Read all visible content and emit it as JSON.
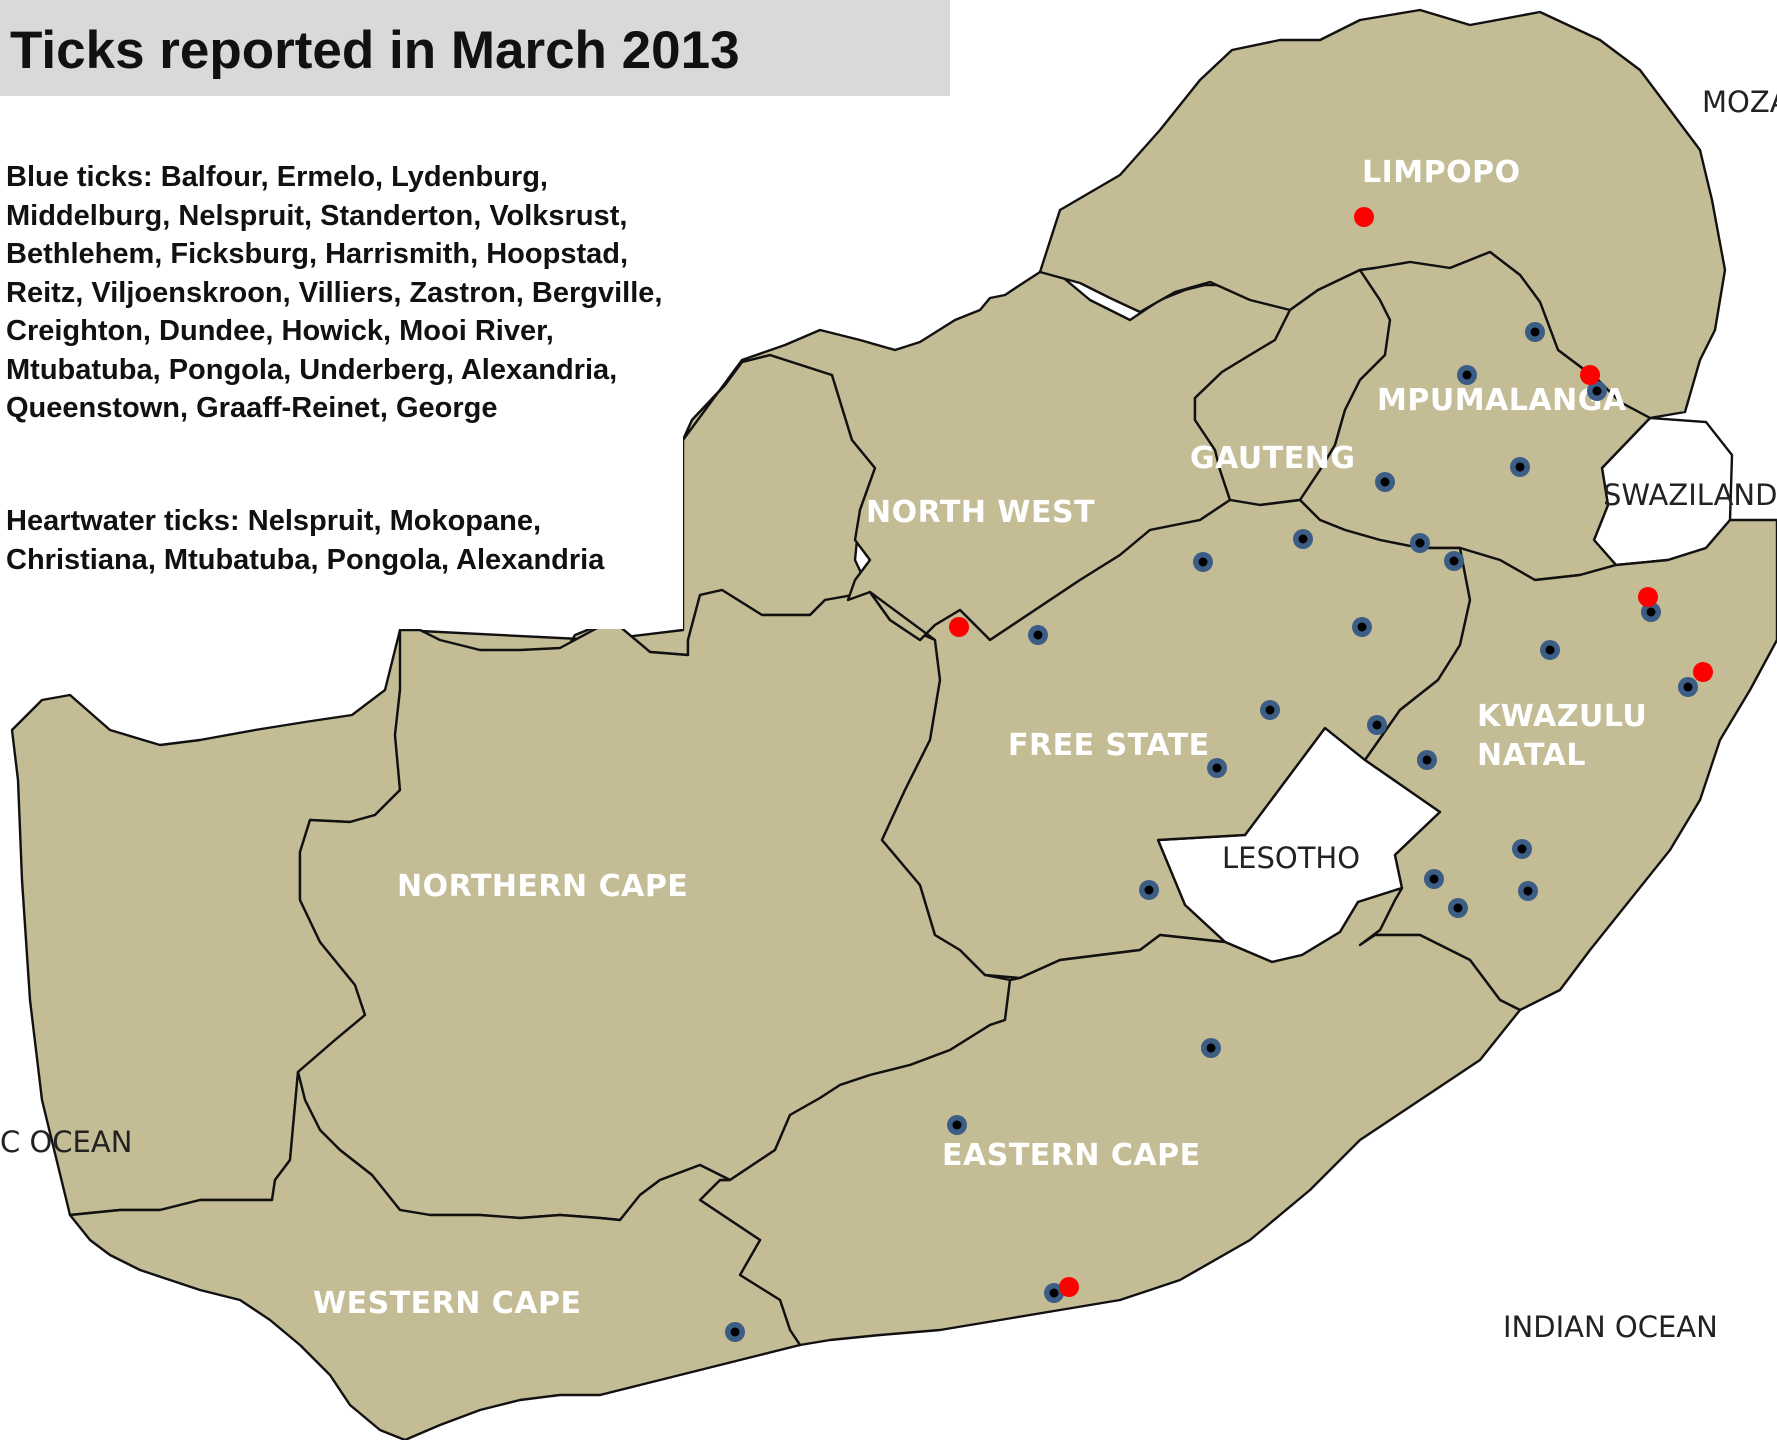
{
  "title": "Ticks reported in March 2013",
  "legend": {
    "blue_ticks": "Blue ticks: Balfour, Ermelo, Lydenburg, Middelburg, Nelspruit, Standerton, Volksrust, Bethlehem, Ficksburg, Harrismith, Hoopstad, Reitz, Viljoenskroon, Villiers, Zastron,  Bergville, Creighton, Dundee, Howick, Mooi River, Mtubatuba, Pongola, Underberg, Alexandria, Queenstown, Graaff-Reinet, George",
    "heartwater_ticks": "Heartwater ticks: Nelspruit, Mokopane, Christiana, Mtubatuba, Pongola, Alexandria"
  },
  "provinces": {
    "limpopo": "LIMPOPO",
    "mpumalanga": "MPUMALANGA",
    "gauteng": "GAUTENG",
    "north_west": "NORTH WEST",
    "free_state": "FREE STATE",
    "kwazulu_natal_line1": "KWAZULU",
    "kwazulu_natal_line2": "NATAL",
    "northern_cape": "NORTHERN CAPE",
    "eastern_cape": "EASTERN CAPE",
    "western_cape": "WESTERN CAPE"
  },
  "countries": {
    "lesotho": "LESOTHO",
    "swaziland": "SWAZILAND",
    "mozambique": "MOZA"
  },
  "oceans": {
    "atlantic": "C OCEAN",
    "indian": "INDIAN OCEAN"
  },
  "colors": {
    "land": "#c4bc95",
    "border": "#111111",
    "blue_tick_marker": "#3c5e86",
    "heartwater_marker": "#ff0000",
    "title_bar": "#d9d9d9",
    "province_label": "#ffffff"
  }
}
